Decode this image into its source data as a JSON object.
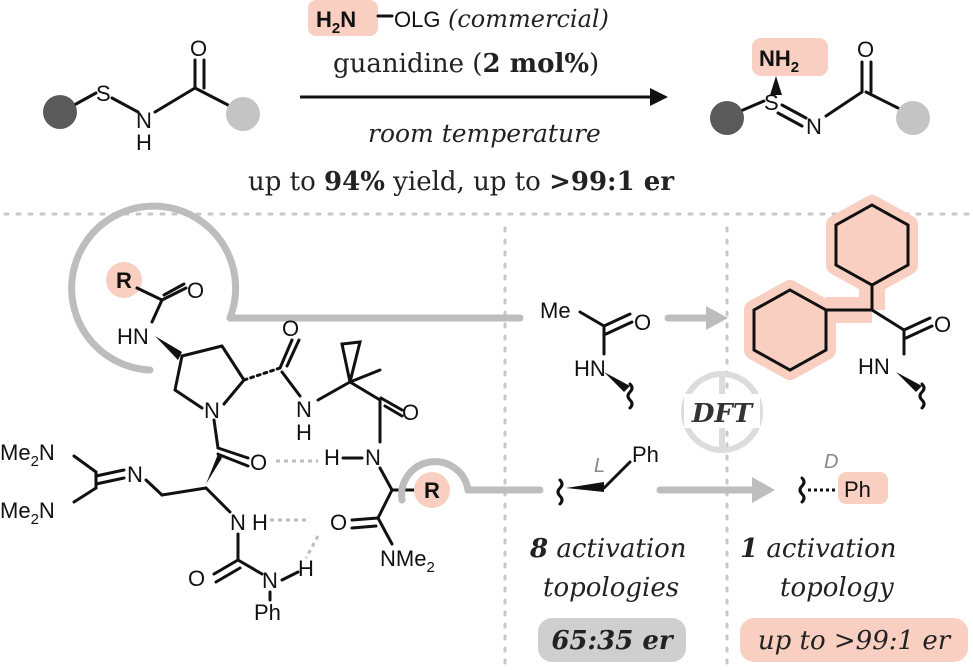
{
  "reaction": {
    "reagent_h2n": "H",
    "reagent_h2n_sub": "2",
    "reagent_n": "N",
    "reagent_olg": "OLG",
    "reagent_note": "(commercial)",
    "catalyst_text": "guanidine (",
    "catalyst_loading": "2 mol%",
    "catalyst_close": ")",
    "condition": "room temperature",
    "result_prefix": "up to ",
    "result_yield": "94%",
    "result_middle": " yield, up to ",
    "result_er": ">99:1 er",
    "substrate_atoms": {
      "s": "S",
      "n": "N",
      "h": "H",
      "o": "O"
    },
    "product_atoms": {
      "nh": "NH",
      "nh_sub": "2",
      "s": "S",
      "n": "N",
      "o": "O"
    }
  },
  "catalyst": {
    "atoms": {
      "r_top": "R",
      "o_top": "O",
      "hn_top": "HN",
      "n_ring": "N",
      "o_amide1": "O",
      "n_cp": "N",
      "h_cp": "H",
      "o_cp": "O",
      "o_mid": "O",
      "h_mid": "H",
      "n_mid": "N",
      "r_right": "R",
      "me2n_top": "Me",
      "me2n_bot": "Me",
      "n_guan": "N",
      "n_low": "N",
      "h_low": "H",
      "o_low": "O",
      "o_amide2": "O",
      "nme2": "NMe",
      "o_urea": "O",
      "n_urea": "N",
      "h_urea": "H",
      "ph": "Ph",
      "sub2": "2"
    }
  },
  "panel_middle": {
    "me": "Me",
    "o": "O",
    "hn": "HN",
    "stereo_label": "L",
    "ph": "Ph",
    "caption_count": "8",
    "caption_line1": " activation",
    "caption_line2": "topologies",
    "badge": "65:35 er",
    "dft": "DFT"
  },
  "panel_right": {
    "o": "O",
    "hn": "HN",
    "stereo_label": "D",
    "ph": "Ph",
    "caption_count": "1",
    "caption_line1": " activation",
    "caption_line2": "topology",
    "badge": "up to >99:1 er"
  },
  "colors": {
    "highlight": "#f8cfc1",
    "badge_gray": "#cfcfcf",
    "arrow_gray": "#bdbdbd",
    "dot_dark": "#5a5a5a",
    "dot_light": "#c4c4c4"
  }
}
